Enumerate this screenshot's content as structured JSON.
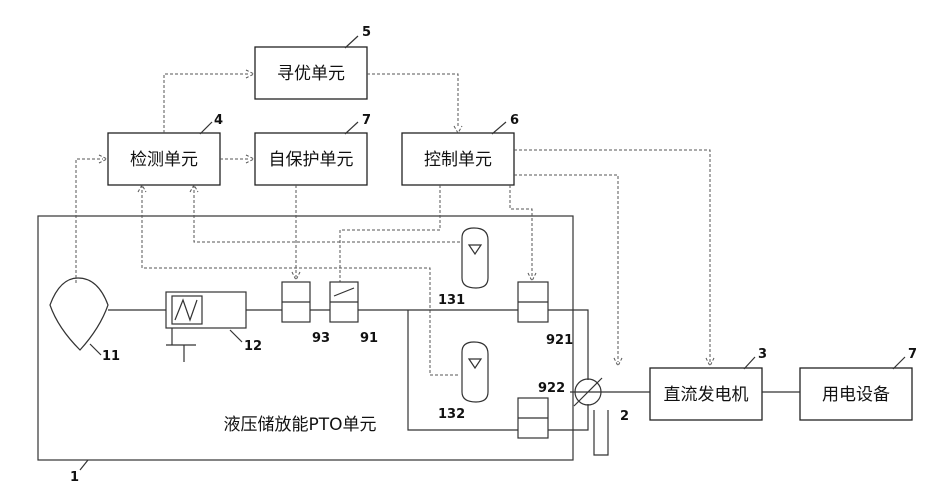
{
  "boxes": {
    "optimize": "寻优单元",
    "detect": "检测单元",
    "self_protect": "自保护单元",
    "control": "控制单元",
    "dc_generator": "直流发电机",
    "consumer": "用电设备"
  },
  "pto_label": "液压储放能PTO单元",
  "numbers": {
    "n5": "5",
    "n4": "4",
    "n7a": "7",
    "n6": "6",
    "n3": "3",
    "n7b": "7",
    "n11": "11",
    "n12": "12",
    "n93": "93",
    "n91": "91",
    "n131": "131",
    "n921": "921",
    "n132": "132",
    "n922": "922",
    "n2": "2",
    "n1": "1"
  }
}
